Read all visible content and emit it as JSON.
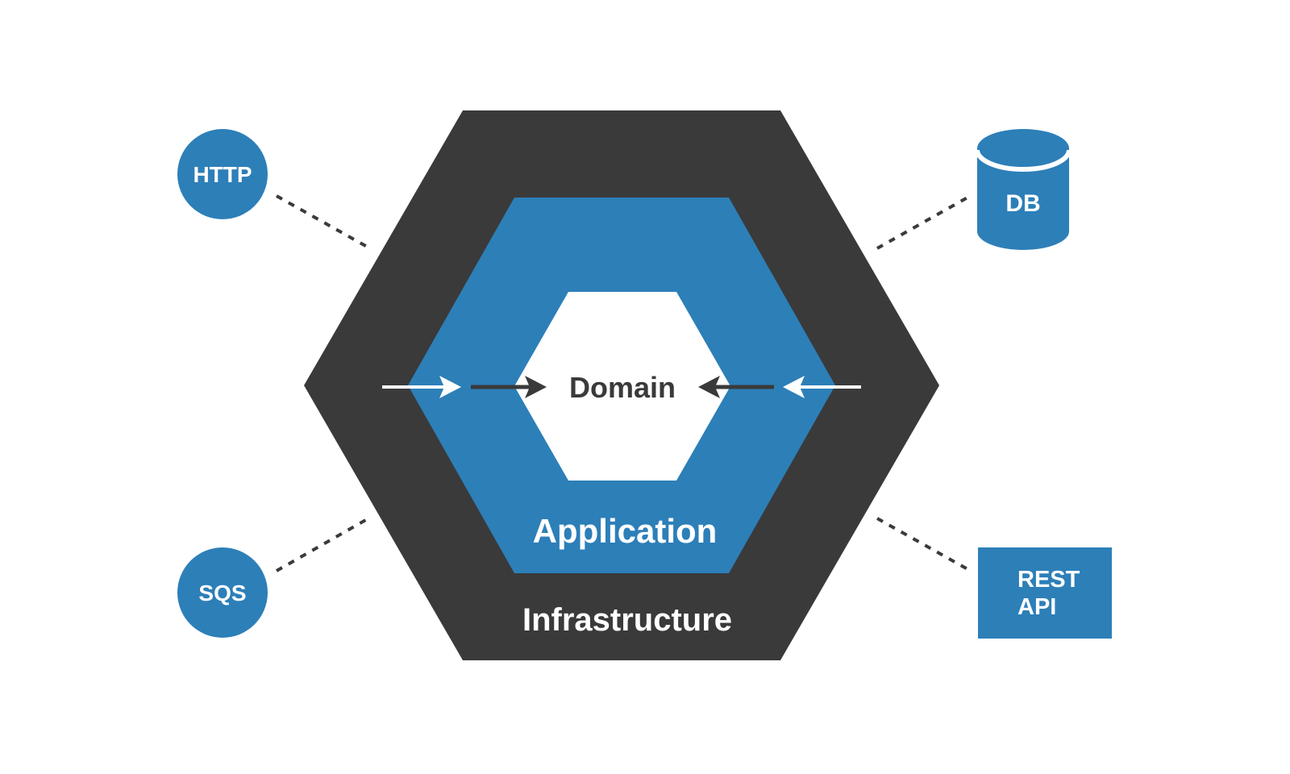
{
  "colors": {
    "accent_blue": "#2d7fb8",
    "charcoal": "#3a3a3a",
    "background": "#ffffff",
    "text_light": "#ffffff"
  },
  "layers": [
    {
      "id": "infrastructure",
      "label": "Infrastructure"
    },
    {
      "id": "application",
      "label": "Application"
    },
    {
      "id": "domain",
      "label": "Domain"
    }
  ],
  "adapters": [
    {
      "id": "http",
      "label": "HTTP",
      "shape": "circle",
      "position": "top-left"
    },
    {
      "id": "db",
      "label": "DB",
      "shape": "cylinder",
      "position": "top-right"
    },
    {
      "id": "sqs",
      "label": "SQS",
      "shape": "circle",
      "position": "bottom-left"
    },
    {
      "id": "rest-api",
      "label_lines": [
        "REST",
        "API"
      ],
      "shape": "rectangle",
      "position": "bottom-right"
    }
  ]
}
